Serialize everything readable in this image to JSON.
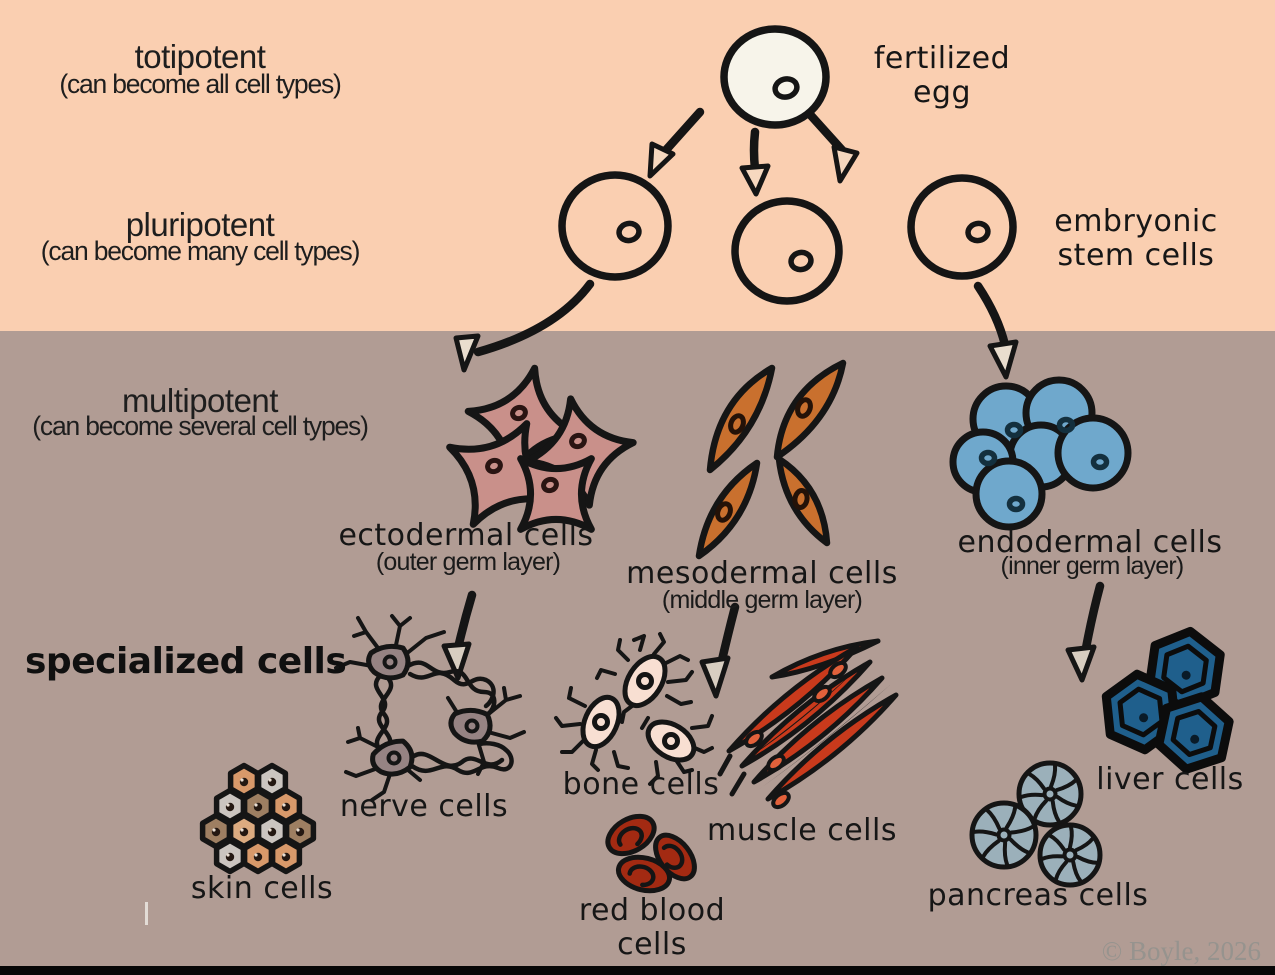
{
  "labels": {
    "totipotent": {
      "title": "totipotent",
      "subtitle": "(can become all cell types)"
    },
    "pluripotent": {
      "title": "pluripotent",
      "subtitle": "(can become many cell types)"
    },
    "multipotent": {
      "title": "multipotent",
      "subtitle": "(can become several cell types)"
    },
    "specialized": {
      "title": "specialized cells"
    },
    "fertilized_egg": {
      "line1": "fertilized",
      "line2": "egg"
    },
    "embryonic": {
      "line1": "embryonic",
      "line2": "stem cells"
    },
    "ectodermal": {
      "title": "ectodermal cells",
      "subtitle": "(outer germ layer)"
    },
    "mesodermal": {
      "title": "mesodermal cells",
      "subtitle": "(middle germ layer)"
    },
    "endodermal": {
      "title": "endodermal cells",
      "subtitle": "(inner germ layer)"
    },
    "nerve": "nerve cells",
    "skin": "skin cells",
    "bone": "bone cells",
    "muscle": "muscle cells",
    "red_blood": {
      "line1": "red blood",
      "line2": "cells"
    },
    "liver": "liver cells",
    "pancreas": "pancreas cells",
    "copyright": "© Boyle, 2026"
  },
  "colors": {
    "background_top": "#FACFB1",
    "background_bottom": "#B19C94",
    "bottom_bar": "#070707",
    "outline": "#151515",
    "egg_fill": "#F7F4EA",
    "arrowhead_top": "#F6D8BF",
    "arrowhead_mid": "#E9DDCE",
    "arrowhead_low": "#D8CEC1",
    "ectodermal": "#C9908A",
    "mesodermal": "#C9702E",
    "endodermal": "#6FA8CC",
    "nerve_body": "#968383",
    "bone_fill": "#F8DFD2",
    "muscle": "#C93A1C",
    "muscle_nucleus": "#E2613B",
    "red_blood": "#A32A12",
    "liver": "#1F5F8C",
    "pancreas": "#9BB0BA",
    "skin_orange": "#D8996A",
    "skin_light": "#DCAB80",
    "skin_gray": "#CBC5C0",
    "skin_brown": "#9E7F62",
    "copyright_text": "#96938E"
  }
}
